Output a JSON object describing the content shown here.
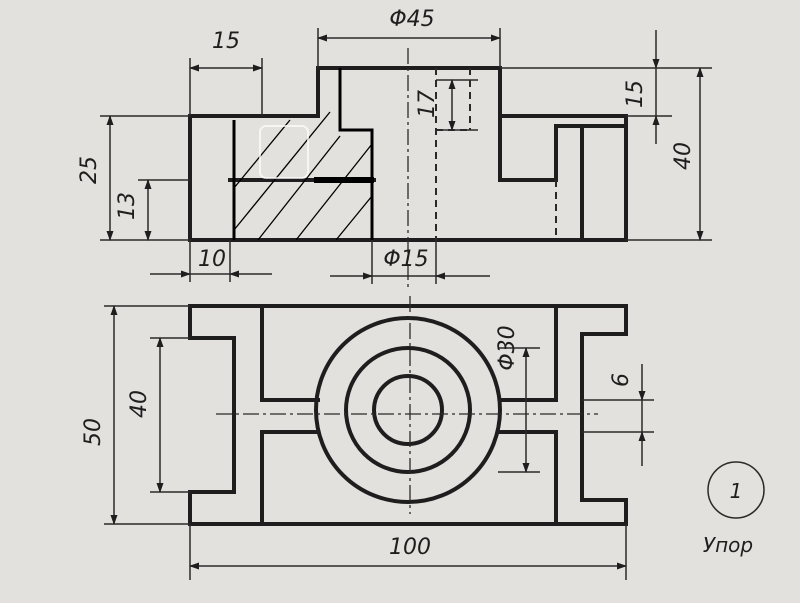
{
  "top_view": {
    "dimensions": {
      "width_15": "15",
      "diameter_45": "Φ45",
      "height_15": "15",
      "depth_17": "17",
      "height_25": "25",
      "height_13": "13",
      "height_40": "40",
      "offset_10": "10",
      "diameter_15": "Φ15"
    }
  },
  "plan_view": {
    "dimensions": {
      "height_50": "50",
      "height_40": "40",
      "diameter_30": "Φ30",
      "width_6": "6",
      "length_100": "100"
    }
  },
  "title_block": {
    "sheet_number": "1",
    "part_name": "Упор"
  },
  "colors": {
    "paper": "#e2e1dd",
    "line": "#1e1e1e",
    "hatch_ink": "#000000"
  }
}
